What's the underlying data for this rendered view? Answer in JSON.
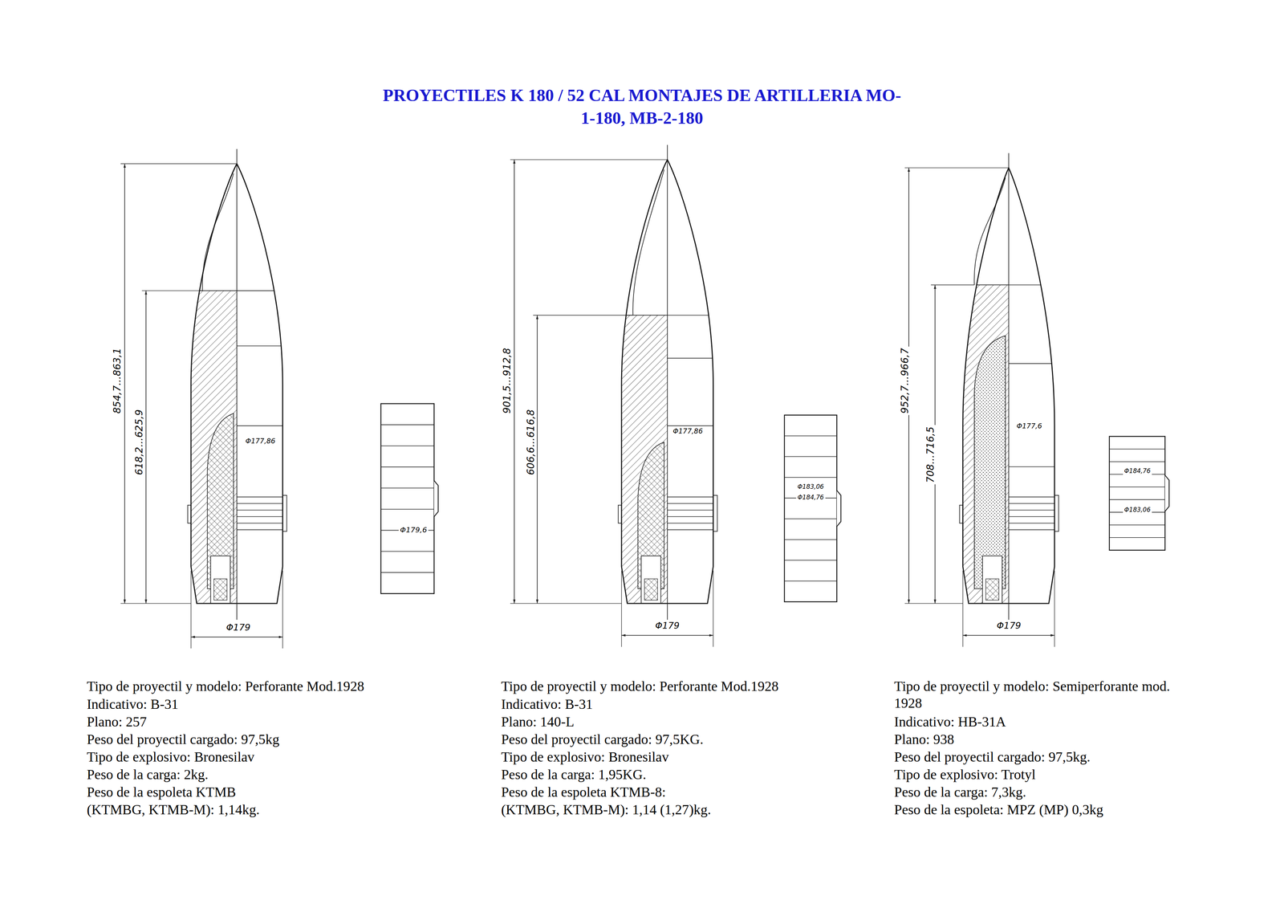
{
  "diagram": {
    "title": "PROYECTILES K 180 / 52 CAL MONTAJES DE ARTILLERIA MO-1-180, MB-2-180",
    "labels": [
      "854,7...863,1",
      "618,2...625,9",
      "Φ177,86",
      "Φ179",
      "Φ179,6",
      "901,5...912,8",
      "606,6...616,8",
      "Φ177,86",
      "Φ179",
      "Φ183,06",
      "Φ184,76",
      "952,7...966,7",
      "708...716,5",
      "Φ177,6",
      "Φ179",
      "Φ184,76",
      "Φ183,06",
      "Tipo de proyectil y modelo: Perforante Mod.1928",
      "Indicativo: B-31",
      "Plano: 257",
      "Peso del proyectil cargado: 97,5kg",
      "Tipo de explosivo: Bronesilav",
      "Peso de la carga: 2kg.",
      "Peso de la espoleta KTMB",
      "(KTMBG, KTMB-M): 1,14kg.",
      "Tipo de proyectil y modelo: Perforante Mod.1928",
      "Indicativo: B-31",
      "Plano: 140-L",
      "Peso del proyectil cargado: 97,5KG.",
      "Tipo de explosivo: Bronesilav",
      "Peso de la carga: 1,95KG.",
      "Peso de la espoleta  KTMB-8:",
      "(KTMBG, KTMB-M): 1,14 (1,27)kg.",
      "Tipo de proyectil y modelo: Semiperforante mod. 1928",
      "Indicativo: HB-31A",
      "Plano: 938",
      "Peso del proyectil cargado: 97,5kg.",
      "Tipo de explosivo: Trotyl",
      "Peso de la carga: 7,3kg.",
      "Peso de la espoleta: MPZ (MP) 0,3kg"
    ]
  }
}
